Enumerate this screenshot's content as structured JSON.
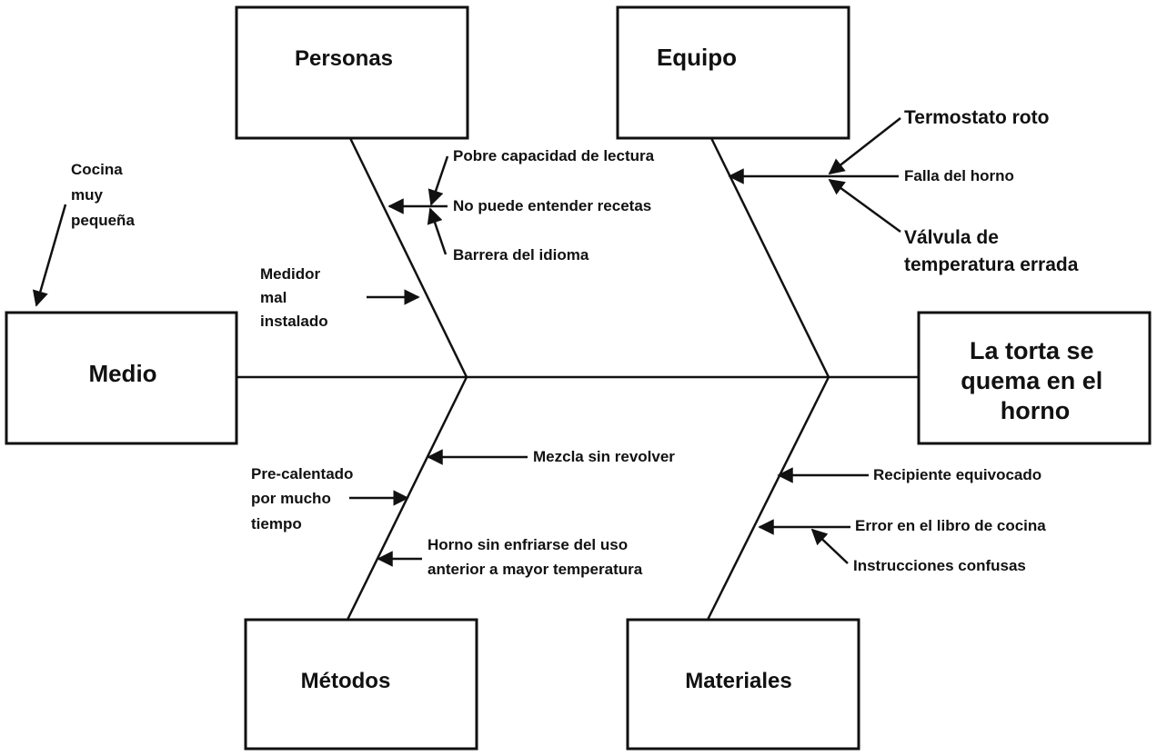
{
  "effect": [
    "La torta se",
    "quema en el",
    "horno"
  ],
  "categories": {
    "personas": "Personas",
    "equipo": "Equipo",
    "medio": "Medio",
    "metodos": "Métodos",
    "materiales": "Materiales"
  },
  "causes": {
    "cocina": [
      "Cocina",
      "muy",
      "pequeña"
    ],
    "medidor": [
      "Medidor",
      "mal",
      "instalado"
    ],
    "pobre_capacidad": "Pobre capacidad de lectura",
    "no_puede_entender": "No puede entender recetas",
    "barrera_idioma": "Barrera del idioma",
    "termostato": "Termostato roto",
    "falla_horno": "Falla del horno",
    "valvula": [
      "Válvula  de",
      "temperatura errada"
    ],
    "mezcla": "Mezcla sin revolver",
    "precalentado": [
      "Pre-calentado",
      "por mucho",
      "tiempo"
    ],
    "horno_sin_enfriarse": [
      "Horno sin enfriarse del uso",
      "anterior a mayor temperatura"
    ],
    "recipiente": "Recipiente equivocado",
    "error_libro": "Error en el libro de cocina",
    "instrucciones": "Instrucciones confusas"
  }
}
